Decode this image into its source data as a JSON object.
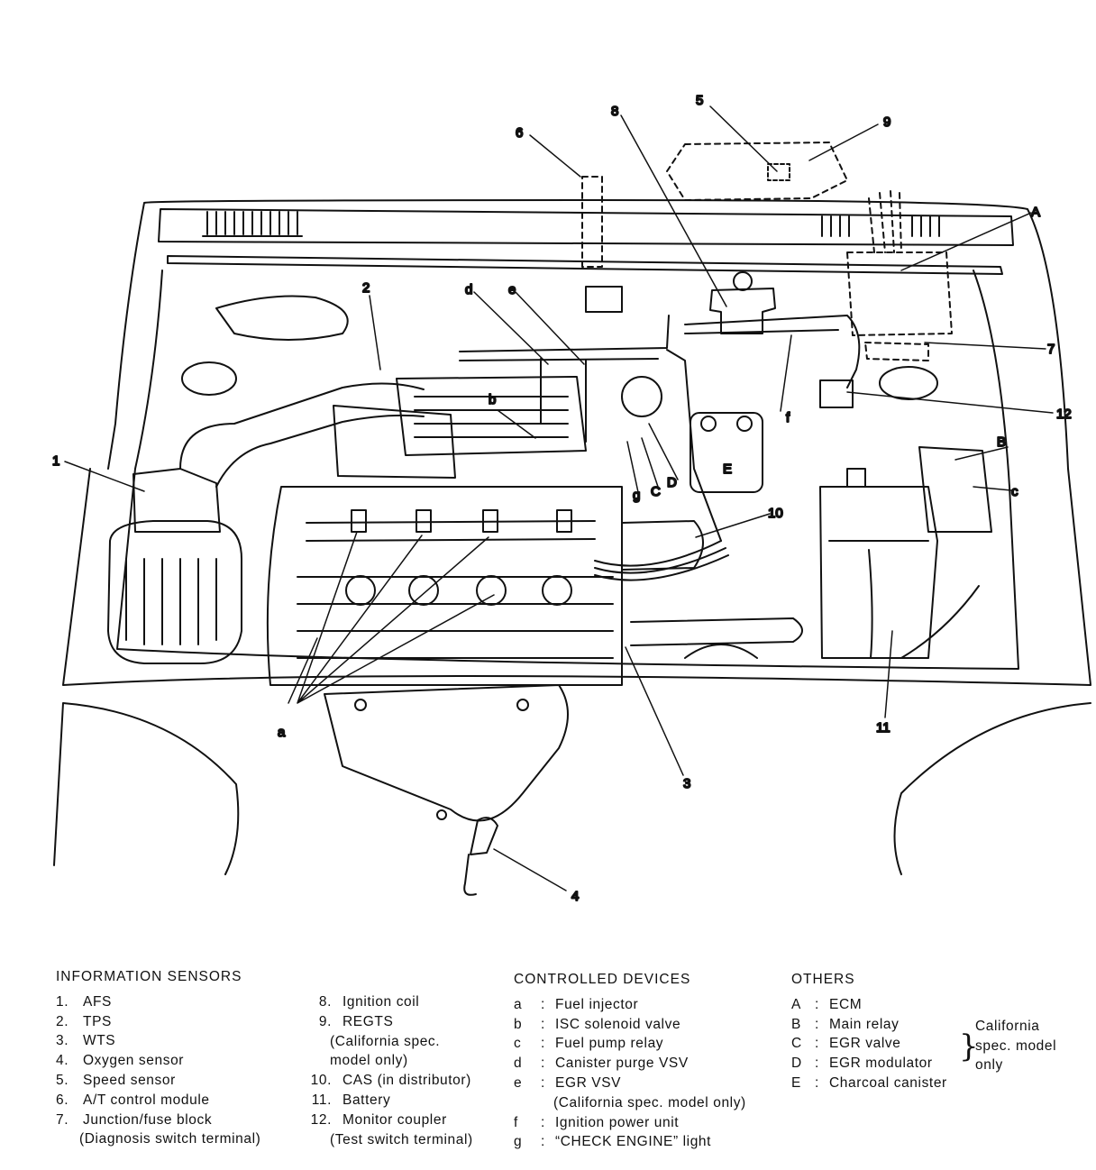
{
  "callouts": {
    "n1": "1",
    "n2": "2",
    "n3": "3",
    "n4": "4",
    "n5": "5",
    "n6": "6",
    "n7": "7",
    "n8": "8",
    "n9": "9",
    "n10": "10",
    "n11": "11",
    "n12": "12",
    "A": "A",
    "B": "B",
    "C": "C",
    "D": "D",
    "E": "E",
    "a": "a",
    "b": "b",
    "c": "c",
    "d": "d",
    "e": "e",
    "f": "f",
    "g": "g"
  },
  "legend": {
    "sensors": {
      "heading": "INFORMATION SENSORS",
      "items": [
        {
          "key": "1.",
          "text": "AFS"
        },
        {
          "key": "2.",
          "text": "TPS"
        },
        {
          "key": "3.",
          "text": "WTS"
        },
        {
          "key": "4.",
          "text": "Oxygen sensor"
        },
        {
          "key": "5.",
          "text": "Speed sensor"
        },
        {
          "key": "6.",
          "text": "A/T control module"
        },
        {
          "key": "7.",
          "text": "Junction/fuse block"
        },
        {
          "key": "",
          "text": "(Diagnosis switch terminal)"
        },
        {
          "key": "8.",
          "text": "Ignition coil"
        },
        {
          "key": "9.",
          "text": "REGTS"
        },
        {
          "key": "",
          "text": "(California spec."
        },
        {
          "key": "",
          "text": "model only)"
        },
        {
          "key": "10.",
          "text": "CAS (in distributor)"
        },
        {
          "key": "11.",
          "text": "Battery"
        },
        {
          "key": "12.",
          "text": "Monitor coupler"
        },
        {
          "key": "",
          "text": "(Test switch terminal)"
        }
      ]
    },
    "devices": {
      "heading": "CONTROLLED DEVICES",
      "items": [
        {
          "key": "a",
          "text": "Fuel injector"
        },
        {
          "key": "b",
          "text": "ISC solenoid valve"
        },
        {
          "key": "c",
          "text": "Fuel pump relay"
        },
        {
          "key": "d",
          "text": "Canister purge VSV"
        },
        {
          "key": "e",
          "text": "EGR VSV"
        },
        {
          "key": "",
          "text": "(California spec. model only)"
        },
        {
          "key": "f",
          "text": "Ignition power unit"
        },
        {
          "key": "g",
          "text": "“CHECK ENGINE” light"
        }
      ]
    },
    "others": {
      "heading": "OTHERS",
      "items": [
        {
          "key": "A",
          "text": "ECM"
        },
        {
          "key": "B",
          "text": "Main relay"
        },
        {
          "key": "C",
          "text": "EGR valve"
        },
        {
          "key": "D",
          "text": "EGR modulator"
        },
        {
          "key": "E",
          "text": "Charcoal canister"
        }
      ],
      "note": [
        "California",
        "spec. model",
        "only"
      ],
      "sep": ":",
      "brace": "}"
    }
  }
}
